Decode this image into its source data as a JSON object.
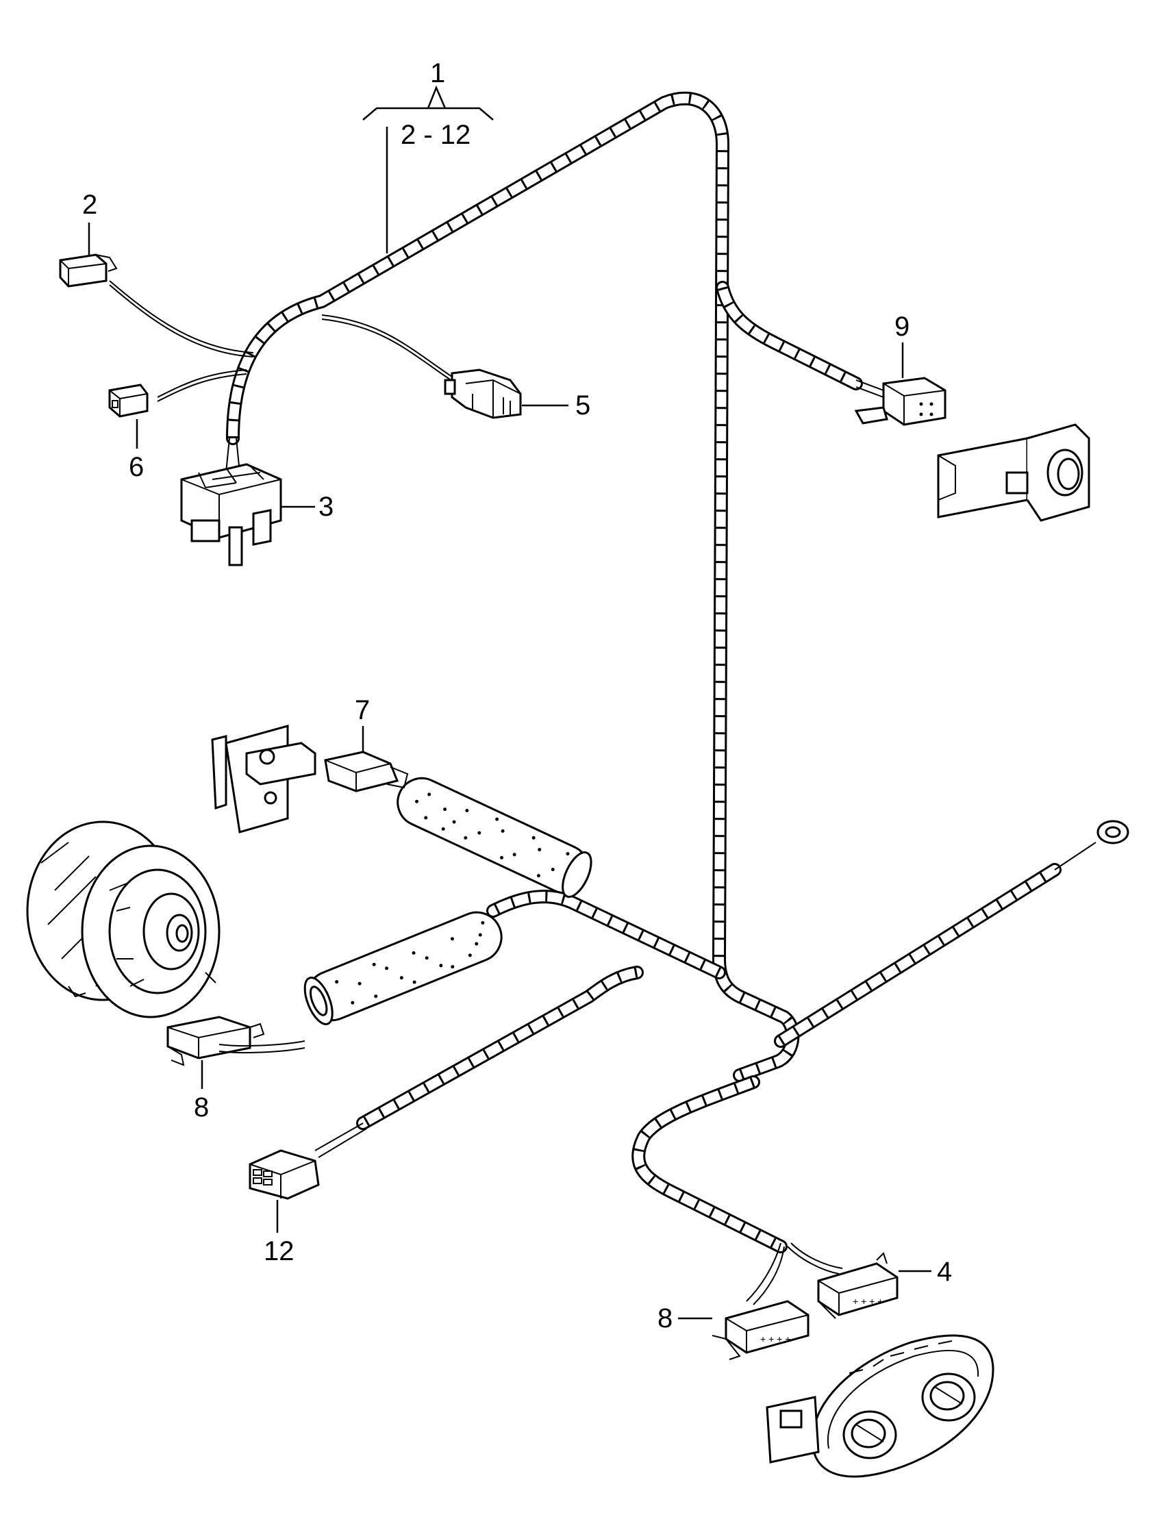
{
  "diagram": {
    "colors": {
      "ink": "#000000",
      "paper": "#ffffff"
    },
    "labels": {
      "main": "1",
      "range": "2 - 12",
      "c2": "2",
      "c3": "3",
      "c4": "4",
      "c5": "5",
      "c6": "6",
      "c7": "7",
      "c8a": "8",
      "c8b": "8",
      "c9": "9",
      "c12": "12"
    }
  }
}
